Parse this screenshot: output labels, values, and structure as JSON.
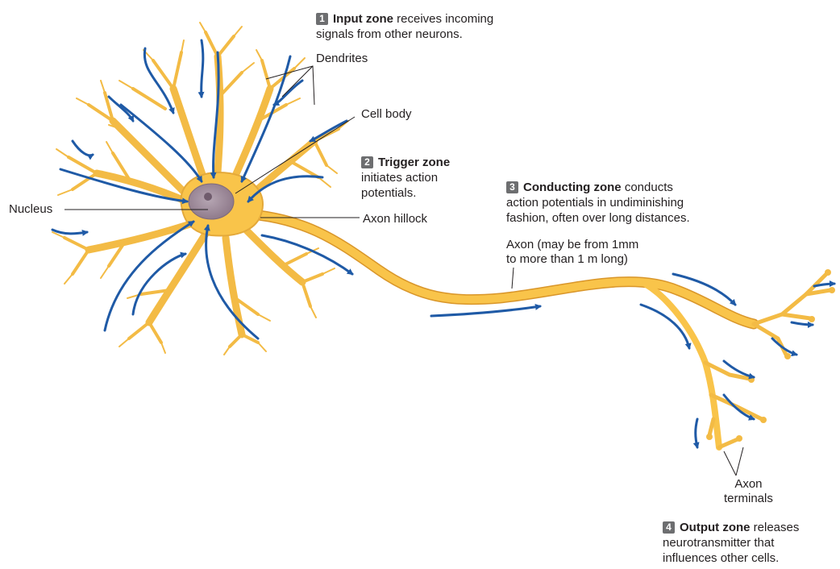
{
  "labels": {
    "dendrites": "Dendrites",
    "cell_body": "Cell body",
    "nucleus": "Nucleus",
    "axon_hillock": "Axon hillock",
    "axon_line1": "Axon (may be from 1mm",
    "axon_line2": "to more than 1 m long)",
    "axon_terminals_line1": "Axon",
    "axon_terminals_line2": "terminals"
  },
  "zones": [
    {
      "number": "1",
      "title": "Input zone",
      "text_line1": "receives incoming",
      "text_line2": "signals from other neurons."
    },
    {
      "number": "2",
      "title": "Trigger zone",
      "text_line1": "initiates action",
      "text_line2": "potentials."
    },
    {
      "number": "3",
      "title": "Conducting zone",
      "text_line1": "conducts",
      "text_line2": "action potentials in undiminishing",
      "text_line3": "fashion, often over long distances."
    },
    {
      "number": "4",
      "title": "Output zone",
      "text_line1": "releases",
      "text_line2": "neurotransmitter that",
      "text_line3": "influences other cells."
    }
  ],
  "colors": {
    "neuron_fill": "#f9c44a",
    "neuron_edge": "#d9962a",
    "nucleus": "#9b8796",
    "arrow": "#1f5aa6",
    "leader_line": "#231f20"
  }
}
